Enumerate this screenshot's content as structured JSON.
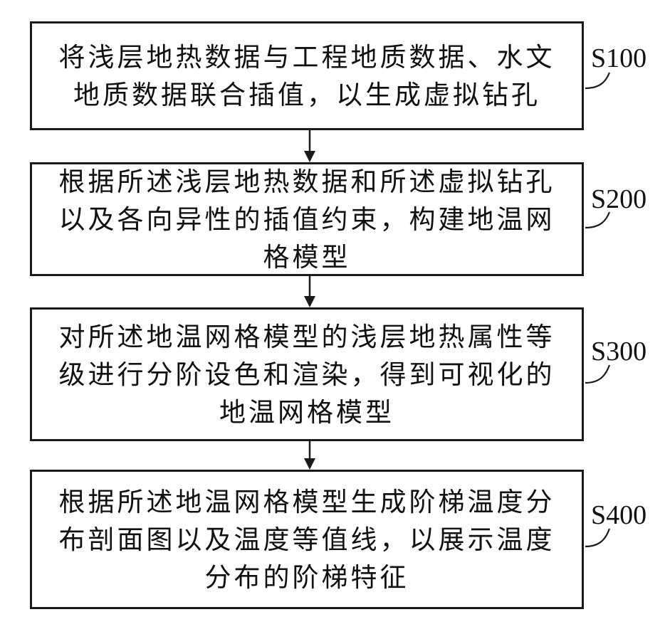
{
  "steps": [
    {
      "id": "S100",
      "label": "S100",
      "lines": [
        "将浅层地热数据与工程地质数据、水文",
        "地质数据联合插值，以生成虚拟钻孔"
      ]
    },
    {
      "id": "S200",
      "label": "S200",
      "lines": [
        "根据所述浅层地热数据和所述虚拟钻孔",
        "以及各向异性的插值约束，构建地温网",
        "格模型"
      ]
    },
    {
      "id": "S300",
      "label": "S300",
      "lines": [
        "对所述地温网格模型的浅层地热属性等",
        "级进行分阶设色和渲染，得到可视化的",
        "地温网格模型"
      ]
    },
    {
      "id": "S400",
      "label": "S400",
      "lines": [
        "根据所述地温网格模型生成阶梯温度分",
        "布剖面图以及温度等值线，以展示温度",
        "分布的阶梯特征"
      ]
    }
  ]
}
